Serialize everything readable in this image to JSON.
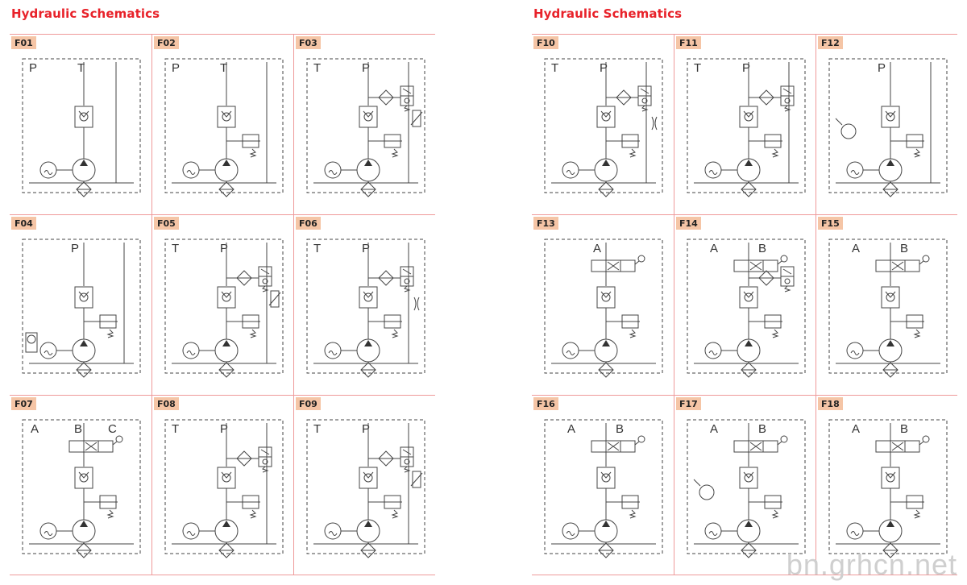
{
  "left": {
    "title": "Hydraulic Schematics",
    "cells": [
      {
        "id": "F01",
        "ports": [
          "P",
          "T"
        ],
        "variant": "basic"
      },
      {
        "id": "F02",
        "ports": [
          "P",
          "T"
        ],
        "variant": "relief"
      },
      {
        "id": "F03",
        "ports": [
          "T",
          "P"
        ],
        "variant": "solenoid"
      },
      {
        "id": "F04",
        "ports": [
          "P"
        ],
        "variant": "accumulator"
      },
      {
        "id": "F05",
        "ports": [
          "T",
          "P"
        ],
        "variant": "solenoid-flow"
      },
      {
        "id": "F06",
        "ports": [
          "T",
          "P"
        ],
        "variant": "solenoid-orifice"
      },
      {
        "id": "F07",
        "ports": [
          "A",
          "B",
          "C"
        ],
        "variant": "multi"
      },
      {
        "id": "F08",
        "ports": [
          "T",
          "P"
        ],
        "variant": "solenoid"
      },
      {
        "id": "F09",
        "ports": [
          "T",
          "P"
        ],
        "variant": "solenoid-flow"
      }
    ]
  },
  "right": {
    "title": "Hydraulic Schematics",
    "cells": [
      {
        "id": "F10",
        "ports": [
          "T",
          "P"
        ],
        "variant": "solenoid-orifice"
      },
      {
        "id": "F11",
        "ports": [
          "T",
          "P"
        ],
        "variant": "double-solenoid"
      },
      {
        "id": "F12",
        "ports": [
          "P"
        ],
        "variant": "hand-pump"
      },
      {
        "id": "F13",
        "ports": [
          "A"
        ],
        "variant": "directional"
      },
      {
        "id": "F14",
        "ports": [
          "A",
          "B"
        ],
        "variant": "directional-solenoid"
      },
      {
        "id": "F15",
        "ports": [
          "A",
          "B"
        ],
        "variant": "directional-check"
      },
      {
        "id": "F16",
        "ports": [
          "A",
          "B"
        ],
        "variant": "directional"
      },
      {
        "id": "F17",
        "ports": [
          "A",
          "B"
        ],
        "variant": "directional-hand"
      },
      {
        "id": "F18",
        "ports": [
          "A",
          "B"
        ],
        "variant": "directional"
      }
    ]
  },
  "watermark": "bn.grhcn.net"
}
